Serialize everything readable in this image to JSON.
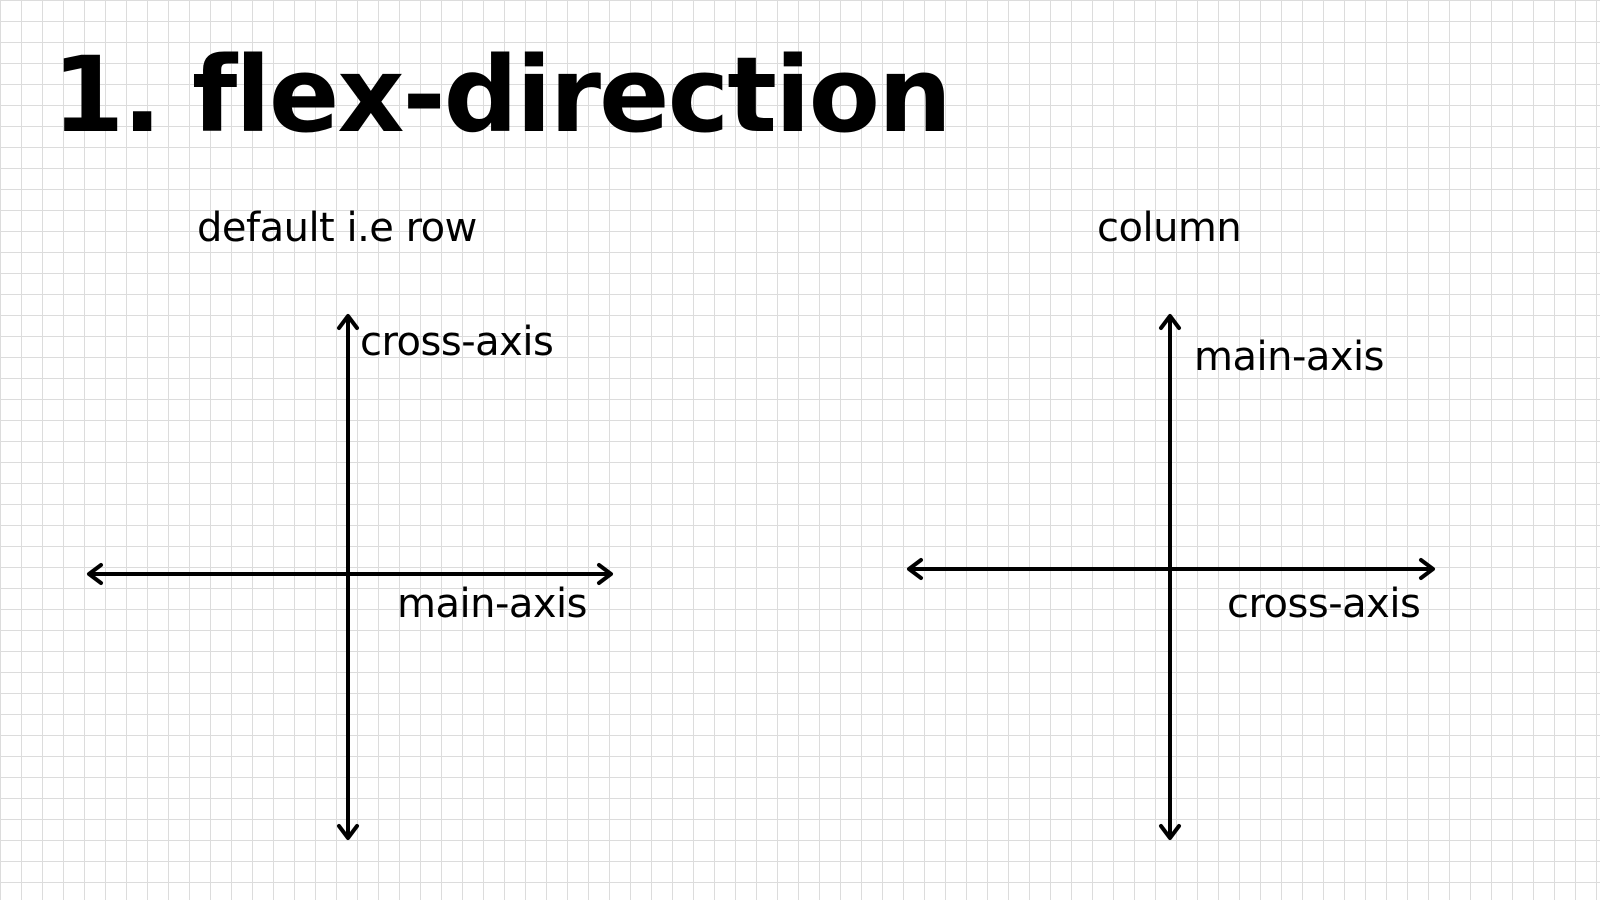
{
  "slide": {
    "number": "1.",
    "title": "flex-direction"
  },
  "row_diagram": {
    "heading": "default i.e row",
    "vertical_label": "cross-axis",
    "horizontal_label": "main-axis"
  },
  "column_diagram": {
    "heading": "column",
    "vertical_label": "main-axis",
    "horizontal_label": "cross-axis"
  },
  "colors": {
    "ink": "#000000",
    "grid": "#dcdcdc",
    "background": "#ffffff"
  }
}
